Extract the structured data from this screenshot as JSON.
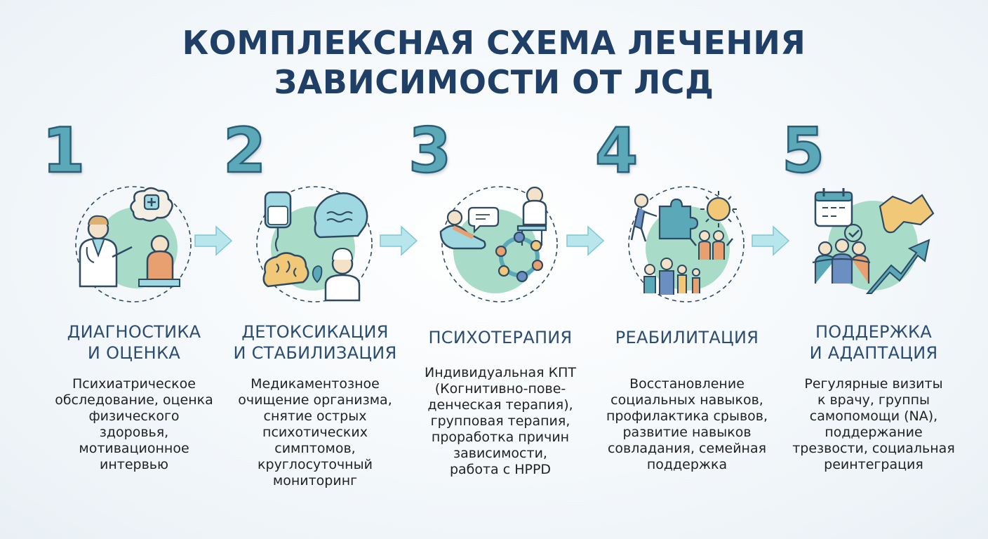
{
  "title": {
    "line1": "КОМПЛЕКСНАЯ СХЕМА ЛЕЧЕНИЯ",
    "line2": "ЗАВИСИМОСТИ ОТ ЛСД"
  },
  "steps": [
    {
      "number": "1",
      "heading1": "ДИАГНОСТИКА",
      "heading2": "И ОЦЕНКА",
      "desc": [
        "Психиатрическое",
        "обследование, оценка",
        "физического",
        "здоровья,",
        "мотивационное",
        "интервью"
      ]
    },
    {
      "number": "2",
      "heading1": "ДЕТОКСИКАЦИЯ",
      "heading2": "И СТАБИЛИЗАЦИЯ",
      "desc": [
        "Медикаментозное",
        "очищение организма,",
        "снятие острых",
        "психотических",
        "симптомов,",
        "круглосуточный",
        "мониторинг"
      ]
    },
    {
      "number": "3",
      "heading1": "ПСИХОТЕРАПИЯ",
      "heading2": "",
      "desc": [
        "Индивидуальная КПТ",
        "(Когнитивно-пове-",
        "денческая терапия),",
        "групповая терапия,",
        "проработка причин",
        "зависимости,",
        "работа с HPPD"
      ]
    },
    {
      "number": "4",
      "heading1": "РЕАБИЛИТАЦИЯ",
      "heading2": "",
      "desc": [
        "Восстановление",
        "социальных навыков,",
        "профилактика срывов,",
        "развитие навыков",
        "совладания, семейная",
        "поддержка"
      ]
    },
    {
      "number": "5",
      "heading1": "ПОДДЕРЖКА",
      "heading2": "И АДАПТАЦИЯ",
      "desc": [
        "Регулярные визиты",
        "к врачу, группы",
        "самопомощи (NA),",
        "поддержание",
        "трезвости, социальная",
        "реинтеграция"
      ]
    }
  ],
  "colors": {
    "title": "#1f3f66",
    "number_fill": "#5aa8b8",
    "number_stroke": "#2a5f78",
    "heading": "#2c4d72",
    "accent_circle": "#a8dcc8",
    "arrow": "#9fd8e0"
  },
  "icons": [
    "doctor-patient-icon",
    "detox-icon",
    "therapy-icon",
    "rehabilitation-icon",
    "support-icon"
  ]
}
